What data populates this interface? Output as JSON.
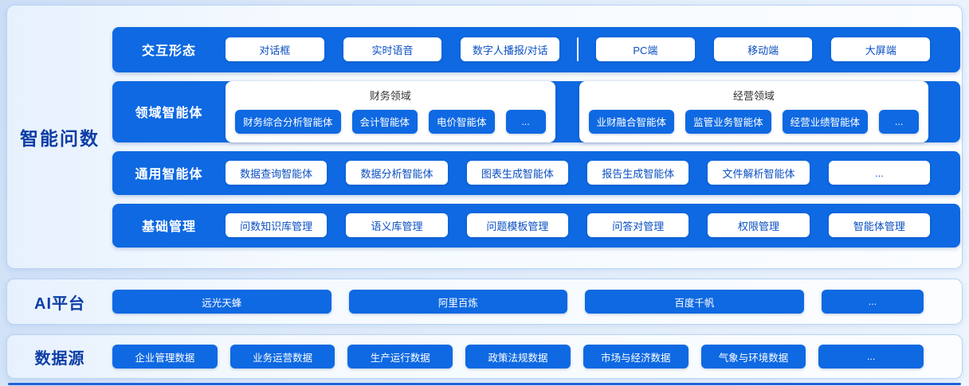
{
  "colors": {
    "primary_blue": "#0e69e2",
    "title_blue": "#0d3da6",
    "panel_border": "#b7d3f4"
  },
  "intelligent_qa": {
    "title": "智能问数",
    "interaction": {
      "label": "交互形态",
      "modes": [
        "对话框",
        "实时语音",
        "数字人播报/对话"
      ],
      "terminals": [
        "PC端",
        "移动端",
        "大屏端"
      ]
    },
    "domain_agents": {
      "label": "领域智能体",
      "groups": [
        {
          "title": "财务领域",
          "items": [
            "财务综合分析智能体",
            "会计智能体",
            "电价智能体",
            "..."
          ]
        },
        {
          "title": "经营领域",
          "items": [
            "业财融合智能体",
            "监管业务智能体",
            "经营业绩智能体",
            "..."
          ]
        }
      ]
    },
    "general_agents": {
      "label": "通用智能体",
      "items": [
        "数据查询智能体",
        "数据分析智能体",
        "图表生成智能体",
        "报告生成智能体",
        "文件解析智能体",
        "..."
      ]
    },
    "basic_management": {
      "label": "基础管理",
      "items": [
        "问数知识库管理",
        "语义库管理",
        "问题模板管理",
        "问答对管理",
        "权限管理",
        "智能体管理"
      ]
    }
  },
  "ai_platform": {
    "title": "AI平台",
    "items": [
      "远光天蜂",
      "阿里百炼",
      "百度千帆",
      "..."
    ]
  },
  "data_sources": {
    "title": "数据源",
    "items": [
      "企业管理数据",
      "业务运营数据",
      "生产运行数据",
      "政策法规数据",
      "市场与经济数据",
      "气象与环境数据",
      "..."
    ]
  }
}
